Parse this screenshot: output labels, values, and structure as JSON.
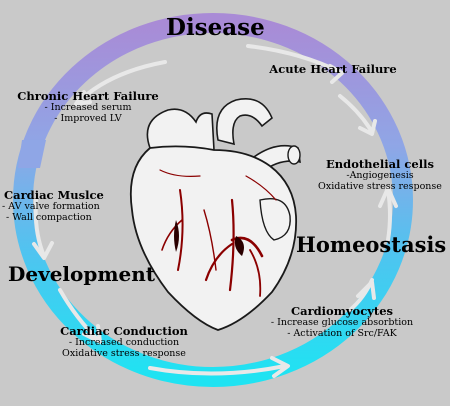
{
  "titles": {
    "disease": "Disease",
    "homeostasis": "Homeostasis",
    "development": "Development"
  },
  "nodes": {
    "acute_hf": {
      "title": "Acute Heart Failure",
      "lines": []
    },
    "chronic_hf": {
      "title": "Chronic Heart Failure",
      "lines": [
        "- Increased serum",
        "- Improved LV"
      ]
    },
    "endothelial": {
      "title": "Endothelial cells",
      "lines": [
        "-Angiogenesis",
        "Oxidative stress response"
      ]
    },
    "cardiac_muscle": {
      "title": "Cardiac Muslce",
      "lines": [
        "- AV valve formation",
        "- Wall compaction"
      ]
    },
    "cardiomyocytes": {
      "title": "Cardiomyocytes",
      "lines": [
        "- Increase glucose absorbtion",
        "- Activation of Src/FAK"
      ]
    },
    "cardiac_conduction": {
      "title": "Cardiac Conduction",
      "lines": [
        "- Increased conduction",
        "Oxidative stress response"
      ]
    }
  },
  "colors": {
    "background": "#c9c9c9",
    "ring_disease": "#a98bd6",
    "ring_transition": "#8fa6e6",
    "ring_homeostasis": "#4fc4f0",
    "ring_development": "#1fe3f2",
    "arrow": "#e8e8e8",
    "heart_fill": "#f2f2f2",
    "heart_outline": "#1a1a1a",
    "vessel": "#8b0000"
  }
}
